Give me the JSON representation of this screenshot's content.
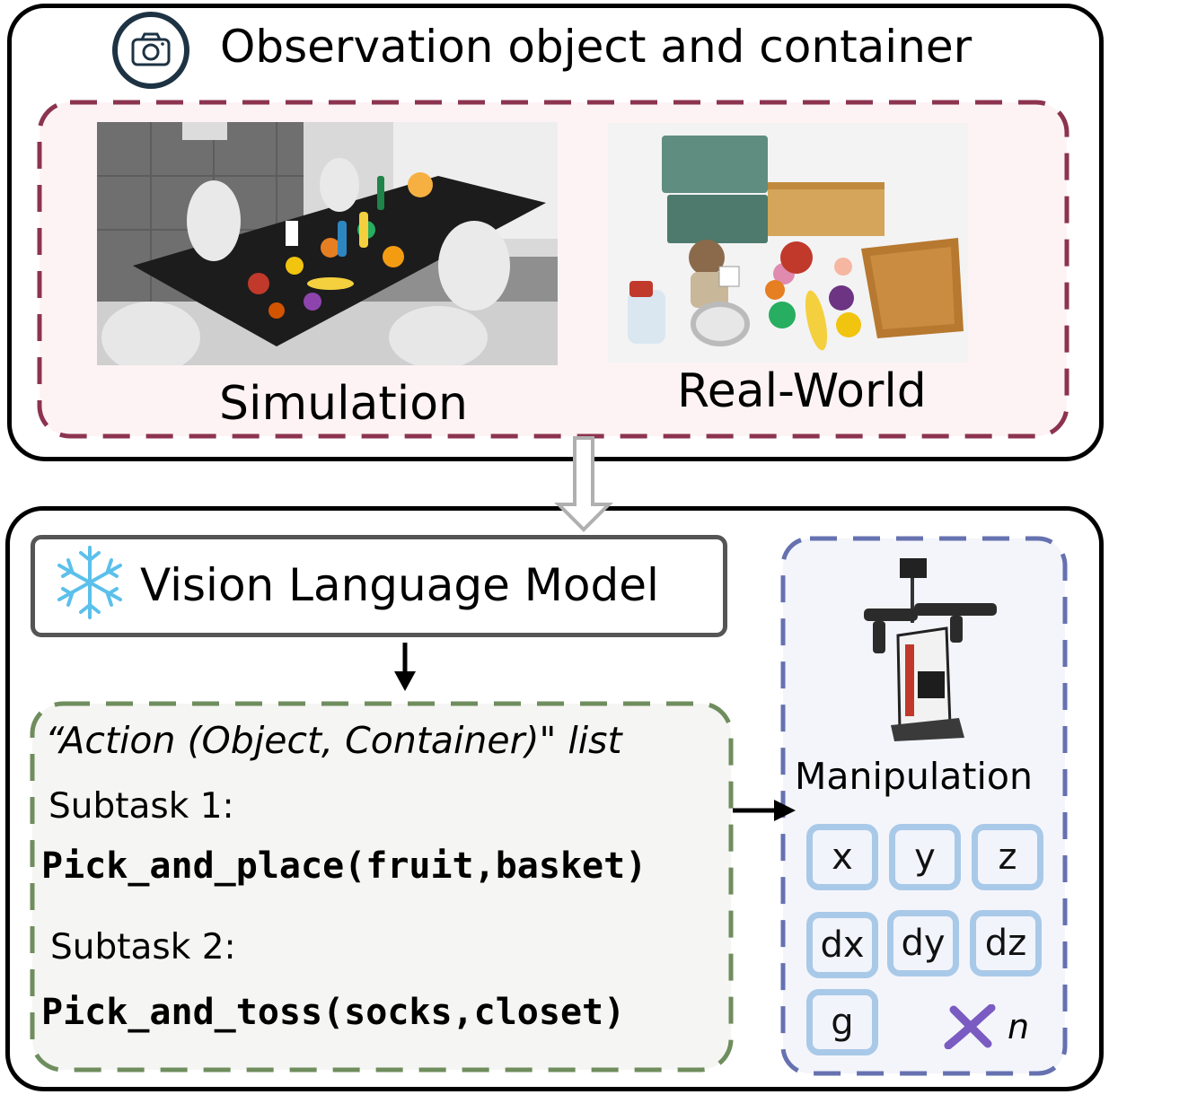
{
  "observation": {
    "title": "Observation object and container",
    "icon": "camera-icon",
    "simulation_label": "Simulation",
    "real_world_label": "Real-World"
  },
  "vlm": {
    "title": "Vision Language Model",
    "icon": "snowflake-icon"
  },
  "action_list": {
    "title": "“Action (Object, Container)\" list",
    "subtasks": [
      {
        "label": "Subtask 1:",
        "code": "Pick_and_place(fruit,basket)"
      },
      {
        "label": "Subtask 2:",
        "code": "Pick_and_toss(socks,closet)"
      }
    ]
  },
  "manipulation": {
    "label": "Manipulation",
    "keys": [
      "x",
      "y",
      "z",
      "dx",
      "dy",
      "dz",
      "g"
    ],
    "multiplier": "n",
    "multiplier_icon": "cross-icon"
  },
  "colors": {
    "observation_dash": "#8c3350",
    "observation_bg": "#fdf3f5",
    "action_dash": "#6f8d5d",
    "action_bg": "#f5f5f3",
    "manip_dash": "#6671b0",
    "manip_bg": "#f4f5fb",
    "key_border": "#a9c9e8",
    "cross": "#7a5bc2"
  }
}
